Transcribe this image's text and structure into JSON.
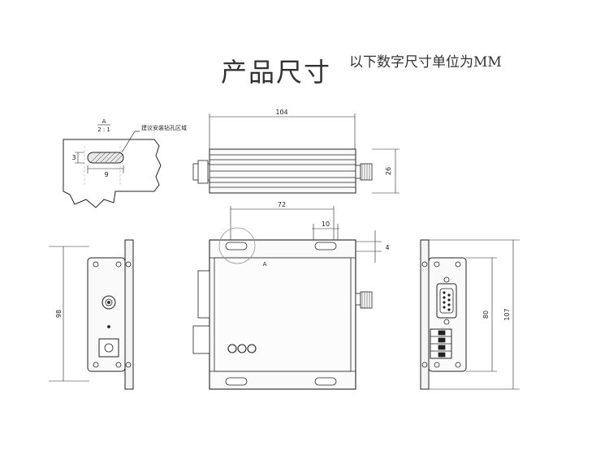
{
  "header": {
    "title": "产品尺寸",
    "unit_note": "以下数字尺寸单位为MM"
  },
  "detail": {
    "label": "A",
    "scale": "2 : 1",
    "callout": "建议安装钻孔区域",
    "dim_height": "3",
    "dim_width": "9"
  },
  "top_view": {
    "dim_length": "104",
    "dim_height": "26"
  },
  "front_view": {
    "dim_hole_spacing": "72",
    "dim_slot": "10",
    "dim_offset": "4",
    "detail_ref": "A"
  },
  "left_view": {
    "dim_height": "98"
  },
  "right_view": {
    "dim_inner": "80",
    "dim_outer": "107"
  }
}
